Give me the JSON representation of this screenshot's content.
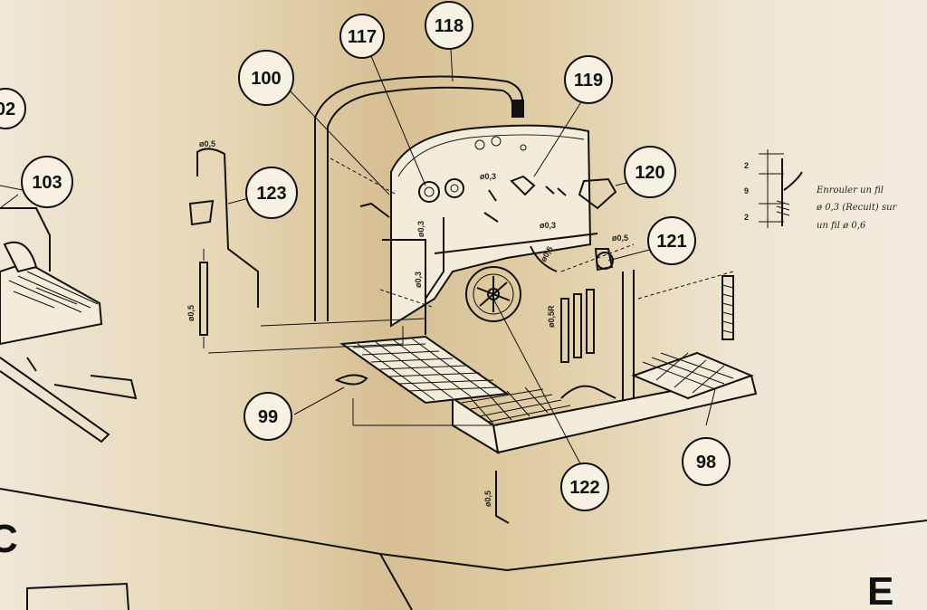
{
  "callouts": [
    {
      "id": "c100",
      "label": "100"
    },
    {
      "id": "c117",
      "label": "117"
    },
    {
      "id": "c118",
      "label": "118"
    },
    {
      "id": "c119",
      "label": "119"
    },
    {
      "id": "c120",
      "label": "120"
    },
    {
      "id": "c121",
      "label": "121"
    },
    {
      "id": "c122",
      "label": "122"
    },
    {
      "id": "c123",
      "label": "123"
    },
    {
      "id": "c99",
      "label": "99"
    },
    {
      "id": "c98",
      "label": "98"
    },
    {
      "id": "c103",
      "label": "103"
    },
    {
      "id": "c102",
      "label": "02"
    }
  ],
  "dimensions": {
    "d_05_top": "ø0,5",
    "d_05_left": "ø0,5",
    "d_03_a": "ø0,3",
    "d_03_b": "ø0,3",
    "d_03_c": "ø0,3",
    "d_03_d": "ø0,3",
    "d_05_whistle": "ø0,5",
    "d_05_pipe": "ø0,5",
    "d_05r": "ø0,5R",
    "d_lower": "ø0,5"
  },
  "winding_detail": {
    "dim_top": "2",
    "dim_mid": "9",
    "dim_bot": "2",
    "note_line1": "Enrouler un fil",
    "note_line2": "ø 0,3 (Recuit) sur",
    "note_line3": "un fil ø 0,6"
  },
  "sections": {
    "left": "C",
    "right": "E"
  },
  "colors": {
    "ink": "#111111",
    "paper_light": "#f2ede2",
    "paper_tan": "#d7bf94"
  }
}
